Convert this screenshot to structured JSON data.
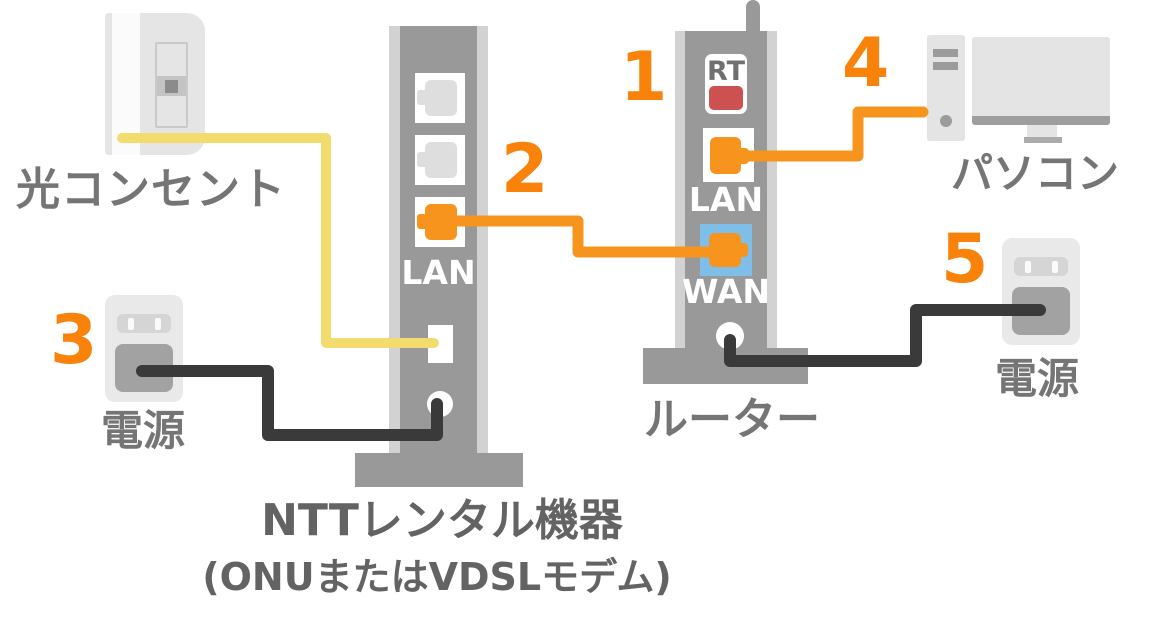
{
  "steps": [
    "1",
    "2",
    "3",
    "4",
    "5"
  ],
  "devices": {
    "optical_outlet": {
      "label": "光コンセント"
    },
    "ntt_modem": {
      "lan_port_label": "LAN",
      "caption_line1": "NTTレンタル機器",
      "caption_line2": "(ONUまたはVDSLモデム)"
    },
    "router": {
      "label": "ルーター",
      "rt_badge_label": "RT",
      "lan_port_label": "LAN",
      "wan_port_label": "WAN"
    },
    "pc": {
      "label": "パソコン"
    },
    "power_outlet_left": {
      "label": "電源"
    },
    "power_outlet_right": {
      "label": "電源"
    }
  },
  "cables": [
    {
      "name": "optical-line-cable",
      "color": "#F2DC6E"
    },
    {
      "name": "lan-cable-modem-to-router-wan",
      "color": "#F7941D"
    },
    {
      "name": "modem-power-cable",
      "color": "#3A3A3A"
    },
    {
      "name": "lan-cable-router-to-pc",
      "color": "#F7941D"
    },
    {
      "name": "router-power-cable",
      "color": "#3A3A3A"
    }
  ],
  "colors": {
    "device_gray": "#999999",
    "device_edge": "#D2D2D2",
    "panel_light": "#E4E4E4",
    "step_orange": "#F8820A",
    "cable_orange": "#F7941D",
    "cable_yellow": "#F2DC6E",
    "cable_black": "#3A3A3A",
    "wan_blue": "#7FBEE8",
    "rt_red": "#CC5150",
    "label_gray": "#757575"
  }
}
